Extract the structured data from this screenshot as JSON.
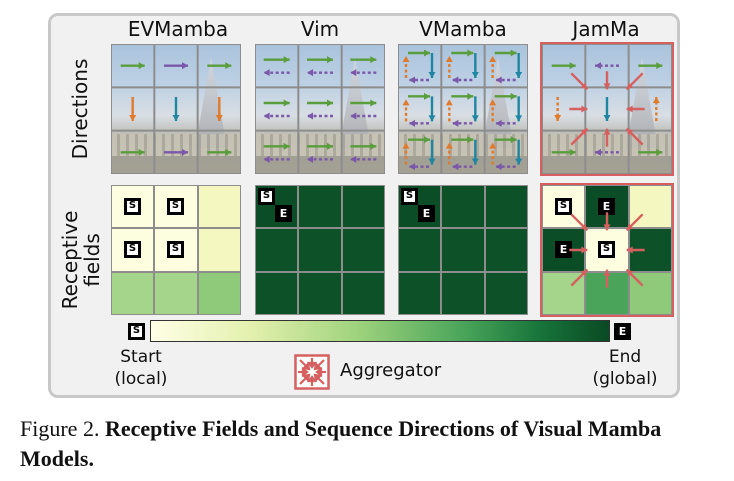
{
  "columns": [
    "EVMamba",
    "Vim",
    "VMamba",
    "JamMa"
  ],
  "rows": {
    "directions": "Directions",
    "receptive": "Receptive\nfields"
  },
  "badges": {
    "start": "S",
    "end": "E"
  },
  "legend": {
    "start_line1": "Start",
    "start_line2": "(local)",
    "end_line1": "End",
    "end_line2": "(global)",
    "aggregator": "Aggregator"
  },
  "caption": {
    "prefix": "Figure 2.",
    "title": "Receptive Fields and Sequence Directions of Visual Mamba Models."
  },
  "colors": {
    "arrow_green": "#5a9d3c",
    "arrow_purple": "#7a57a8",
    "arrow_orange": "#e07a2c",
    "arrow_teal": "#1f86a1",
    "aggregator_red": "#d6605f",
    "field_start": "#fdfde0",
    "field_mid": "#a5d58a",
    "field_end": "#0b4d26"
  },
  "receptive_fields": {
    "EVMamba": [
      [
        "#fdfde0",
        "#fdfde0",
        "#f5f7c0"
      ],
      [
        "#fdfde0",
        "#fdfde0",
        "#f5f7c0"
      ],
      [
        "#a5d58a",
        "#a5d58a",
        "#8fc97a"
      ]
    ],
    "Vim": [
      [
        "#0b4d26",
        "#0d5128",
        "#0d5128"
      ],
      [
        "#0d5128",
        "#0d5128",
        "#0d5128"
      ],
      [
        "#0d5128",
        "#0d5128",
        "#0d5128"
      ]
    ],
    "VMamba": [
      [
        "#0b4d26",
        "#0d5128",
        "#0d5128"
      ],
      [
        "#0d5128",
        "#0d5128",
        "#0d5128"
      ],
      [
        "#0d5128",
        "#0d5128",
        "#0d5128"
      ]
    ],
    "JamMa": [
      [
        "#fdfde0",
        "#0b4d26",
        "#f5f7c0"
      ],
      [
        "#0b4d26",
        "#fdfde0",
        "#0d5128"
      ],
      [
        "#a5d58a",
        "#4aa55a",
        "#8fc97a"
      ]
    ]
  }
}
